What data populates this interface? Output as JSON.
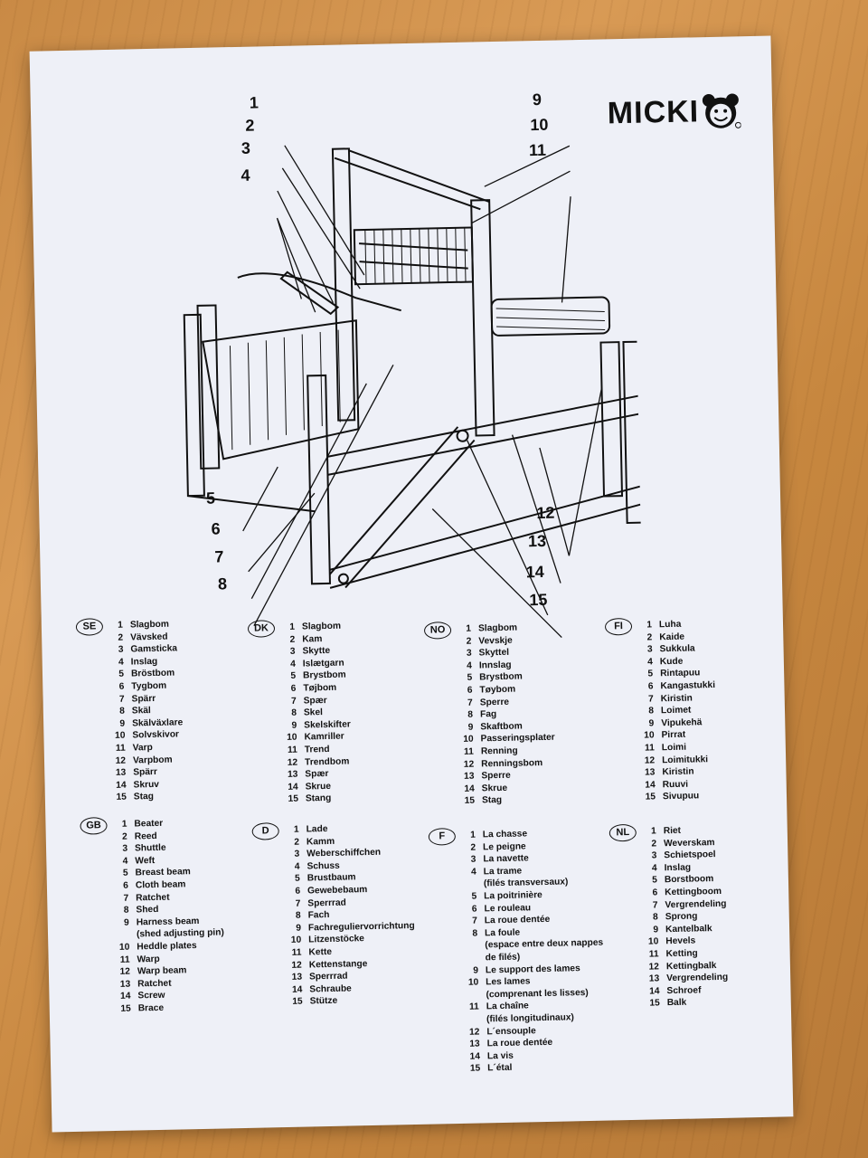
{
  "brand": "MICKI",
  "callouts": [
    "1",
    "2",
    "3",
    "4",
    "5",
    "6",
    "7",
    "8",
    "9",
    "10",
    "11",
    "12",
    "13",
    "14",
    "15"
  ],
  "languages": [
    {
      "code": "SE",
      "items": [
        [
          "1",
          "Slagbom"
        ],
        [
          "2",
          "Vävsked"
        ],
        [
          "3",
          "Gamsticka"
        ],
        [
          "4",
          "Inslag"
        ],
        [
          "5",
          "Bröstbom"
        ],
        [
          "6",
          "Tygbom"
        ],
        [
          "7",
          "Spärr"
        ],
        [
          "8",
          "Skäl"
        ],
        [
          "9",
          "Skälväxlare"
        ],
        [
          "10",
          "Solvskivor"
        ],
        [
          "11",
          "Varp"
        ],
        [
          "12",
          "Varpbom"
        ],
        [
          "13",
          "Spärr"
        ],
        [
          "14",
          "Skruv"
        ],
        [
          "15",
          "Stag"
        ]
      ]
    },
    {
      "code": "DK",
      "items": [
        [
          "1",
          "Slagbom"
        ],
        [
          "2",
          "Kam"
        ],
        [
          "3",
          "Skytte"
        ],
        [
          "4",
          "Islætgarn"
        ],
        [
          "5",
          "Brystbom"
        ],
        [
          "6",
          "Tøjbom"
        ],
        [
          "7",
          "Spær"
        ],
        [
          "8",
          "Skel"
        ],
        [
          "9",
          "Skelskifter"
        ],
        [
          "10",
          "Kamriller"
        ],
        [
          "11",
          "Trend"
        ],
        [
          "12",
          "Trendbom"
        ],
        [
          "13",
          "Spær"
        ],
        [
          "14",
          "Skrue"
        ],
        [
          "15",
          "Stang"
        ]
      ]
    },
    {
      "code": "NO",
      "items": [
        [
          "1",
          "Slagbom"
        ],
        [
          "2",
          "Vevskje"
        ],
        [
          "3",
          "Skyttel"
        ],
        [
          "4",
          "Innslag"
        ],
        [
          "5",
          "Brystbom"
        ],
        [
          "6",
          "Tøybom"
        ],
        [
          "7",
          "Sperre"
        ],
        [
          "8",
          "Fag"
        ],
        [
          "9",
          "Skaftbom"
        ],
        [
          "10",
          "Passeringsplater"
        ],
        [
          "11",
          "Renning"
        ],
        [
          "12",
          "Renningsbom"
        ],
        [
          "13",
          "Sperre"
        ],
        [
          "14",
          "Skrue"
        ],
        [
          "15",
          "Stag"
        ]
      ]
    },
    {
      "code": "FI",
      "items": [
        [
          "1",
          "Luha"
        ],
        [
          "2",
          "Kaide"
        ],
        [
          "3",
          "Sukkula"
        ],
        [
          "4",
          "Kude"
        ],
        [
          "5",
          "Rintapuu"
        ],
        [
          "6",
          "Kangastukki"
        ],
        [
          "7",
          "Kiristin"
        ],
        [
          "8",
          "Loimet"
        ],
        [
          "9",
          "Vipukehä"
        ],
        [
          "10",
          "Pirrat"
        ],
        [
          "11",
          "Loimi"
        ],
        [
          "12",
          "Loimitukki"
        ],
        [
          "13",
          "Kiristin"
        ],
        [
          "14",
          "Ruuvi"
        ],
        [
          "15",
          "Sivupuu"
        ]
      ]
    },
    {
      "code": "GB",
      "items": [
        [
          "1",
          "Beater"
        ],
        [
          "2",
          "Reed"
        ],
        [
          "3",
          "Shuttle"
        ],
        [
          "4",
          "Weft"
        ],
        [
          "5",
          "Breast beam"
        ],
        [
          "6",
          "Cloth beam"
        ],
        [
          "7",
          "Ratchet"
        ],
        [
          "8",
          "Shed"
        ],
        [
          "9",
          "Harness beam"
        ],
        [
          "",
          "(shed adjusting pin)"
        ],
        [
          "10",
          "Heddle plates"
        ],
        [
          "11",
          "Warp"
        ],
        [
          "12",
          "Warp beam"
        ],
        [
          "13",
          "Ratchet"
        ],
        [
          "14",
          "Screw"
        ],
        [
          "15",
          "Brace"
        ]
      ]
    },
    {
      "code": "D",
      "items": [
        [
          "1",
          "Lade"
        ],
        [
          "2",
          "Kamm"
        ],
        [
          "3",
          "Weberschiffchen"
        ],
        [
          "4",
          "Schuss"
        ],
        [
          "5",
          "Brustbaum"
        ],
        [
          "6",
          "Gewebebaum"
        ],
        [
          "7",
          "Sperrrad"
        ],
        [
          "8",
          "Fach"
        ],
        [
          "9",
          "Fachreguliervorrichtung"
        ],
        [
          "10",
          "Litzenstöcke"
        ],
        [
          "11",
          "Kette"
        ],
        [
          "12",
          "Kettenstange"
        ],
        [
          "13",
          "Sperrrad"
        ],
        [
          "14",
          "Schraube"
        ],
        [
          "15",
          "Stütze"
        ]
      ]
    },
    {
      "code": "F",
      "items": [
        [
          "1",
          "La chasse"
        ],
        [
          "2",
          "Le peigne"
        ],
        [
          "3",
          "La navette"
        ],
        [
          "4",
          "La trame"
        ],
        [
          "",
          "(filés transversaux)"
        ],
        [
          "5",
          "La poitrinière"
        ],
        [
          "6",
          "Le rouleau"
        ],
        [
          "7",
          "La roue dentée"
        ],
        [
          "8",
          "La foule"
        ],
        [
          "",
          "(espace entre deux nappes"
        ],
        [
          "",
          "de filés)"
        ],
        [
          "9",
          "Le support des lames"
        ],
        [
          "10",
          "Les lames"
        ],
        [
          "",
          "(comprenant les lisses)"
        ],
        [
          "11",
          "La chaîne"
        ],
        [
          "",
          "(filés longitudinaux)"
        ],
        [
          "12",
          "L´ensouple"
        ],
        [
          "13",
          "La roue dentée"
        ],
        [
          "14",
          "La vis"
        ],
        [
          "15",
          "L´étal"
        ]
      ]
    },
    {
      "code": "NL",
      "items": [
        [
          "1",
          "Riet"
        ],
        [
          "2",
          "Weverskam"
        ],
        [
          "3",
          "Schietspoel"
        ],
        [
          "4",
          "Inslag"
        ],
        [
          "5",
          "Borstboom"
        ],
        [
          "6",
          "Kettingboom"
        ],
        [
          "7",
          "Vergrendeling"
        ],
        [
          "8",
          "Sprong"
        ],
        [
          "9",
          "Kantelbalk"
        ],
        [
          "10",
          "Hevels"
        ],
        [
          "11",
          "Ketting"
        ],
        [
          "12",
          "Kettingbalk"
        ],
        [
          "13",
          "Vergrendeling"
        ],
        [
          "14",
          "Schroef"
        ],
        [
          "15",
          "Balk"
        ]
      ]
    }
  ]
}
